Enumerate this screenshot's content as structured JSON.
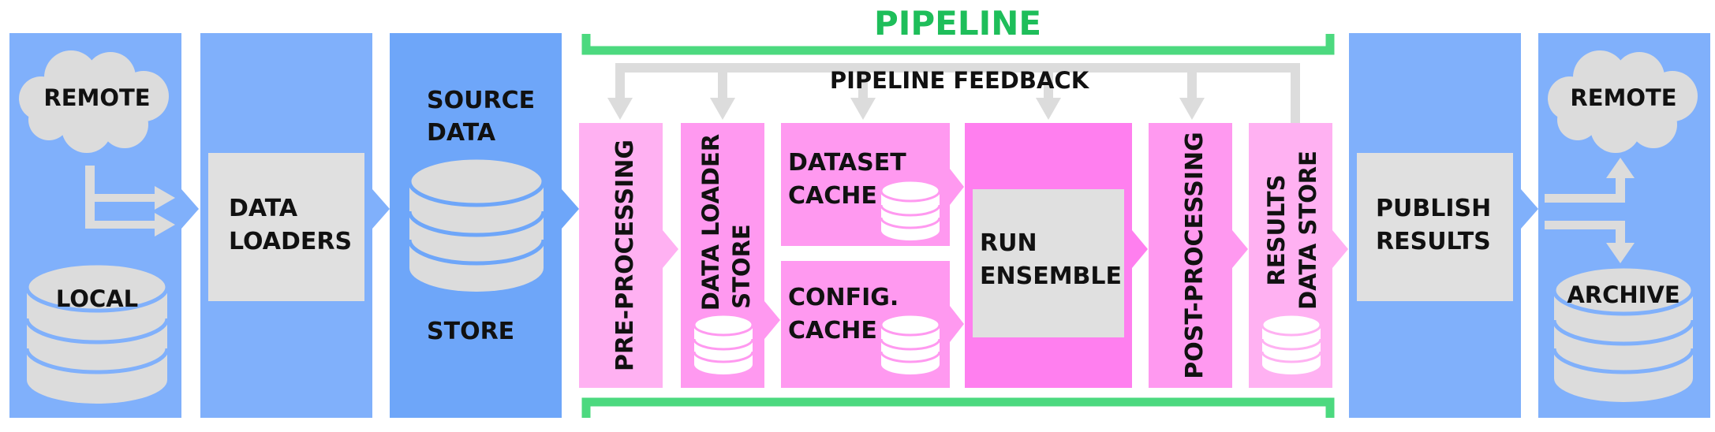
{
  "title": "PIPELINE",
  "feedback_label": "PIPELINE FEEDBACK",
  "sources": {
    "remote_label": "REMOTE",
    "local_label": "LOCAL"
  },
  "loaders": {
    "line1": "DATA",
    "line2": "LOADERS"
  },
  "source_store": {
    "line1": "SOURCE",
    "line2": "DATA",
    "line3": "STORE"
  },
  "stages": {
    "preprocessing": "PRE-PROCESSING",
    "loader_store_line1": "DATA LOADER",
    "loader_store_line2": "STORE",
    "dataset_cache_line1": "DATASET",
    "dataset_cache_line2": "CACHE",
    "config_cache_line1": "CONFIG.",
    "config_cache_line2": "CACHE",
    "run_line1": "RUN",
    "run_line2": "ENSEMBLE",
    "postprocessing": "POST-PROCESSING",
    "results_line1": "RESULTS",
    "results_line2": "DATA STORE"
  },
  "publish": {
    "line1": "PUBLISH",
    "line2": "RESULTS"
  },
  "destinations": {
    "remote_label": "REMOTE",
    "archive_label": "ARCHIVE"
  },
  "colors": {
    "light_blue": "#80b0fb",
    "mid_blue": "#6ea6f9",
    "gray_box": "#e0e0e0",
    "green": "#4cd97f",
    "title_green": "#1ebe5a",
    "pink_light": "#ffb1f2",
    "pink_mid": "#ff99f0",
    "pink_strong": "#ff7fef"
  }
}
